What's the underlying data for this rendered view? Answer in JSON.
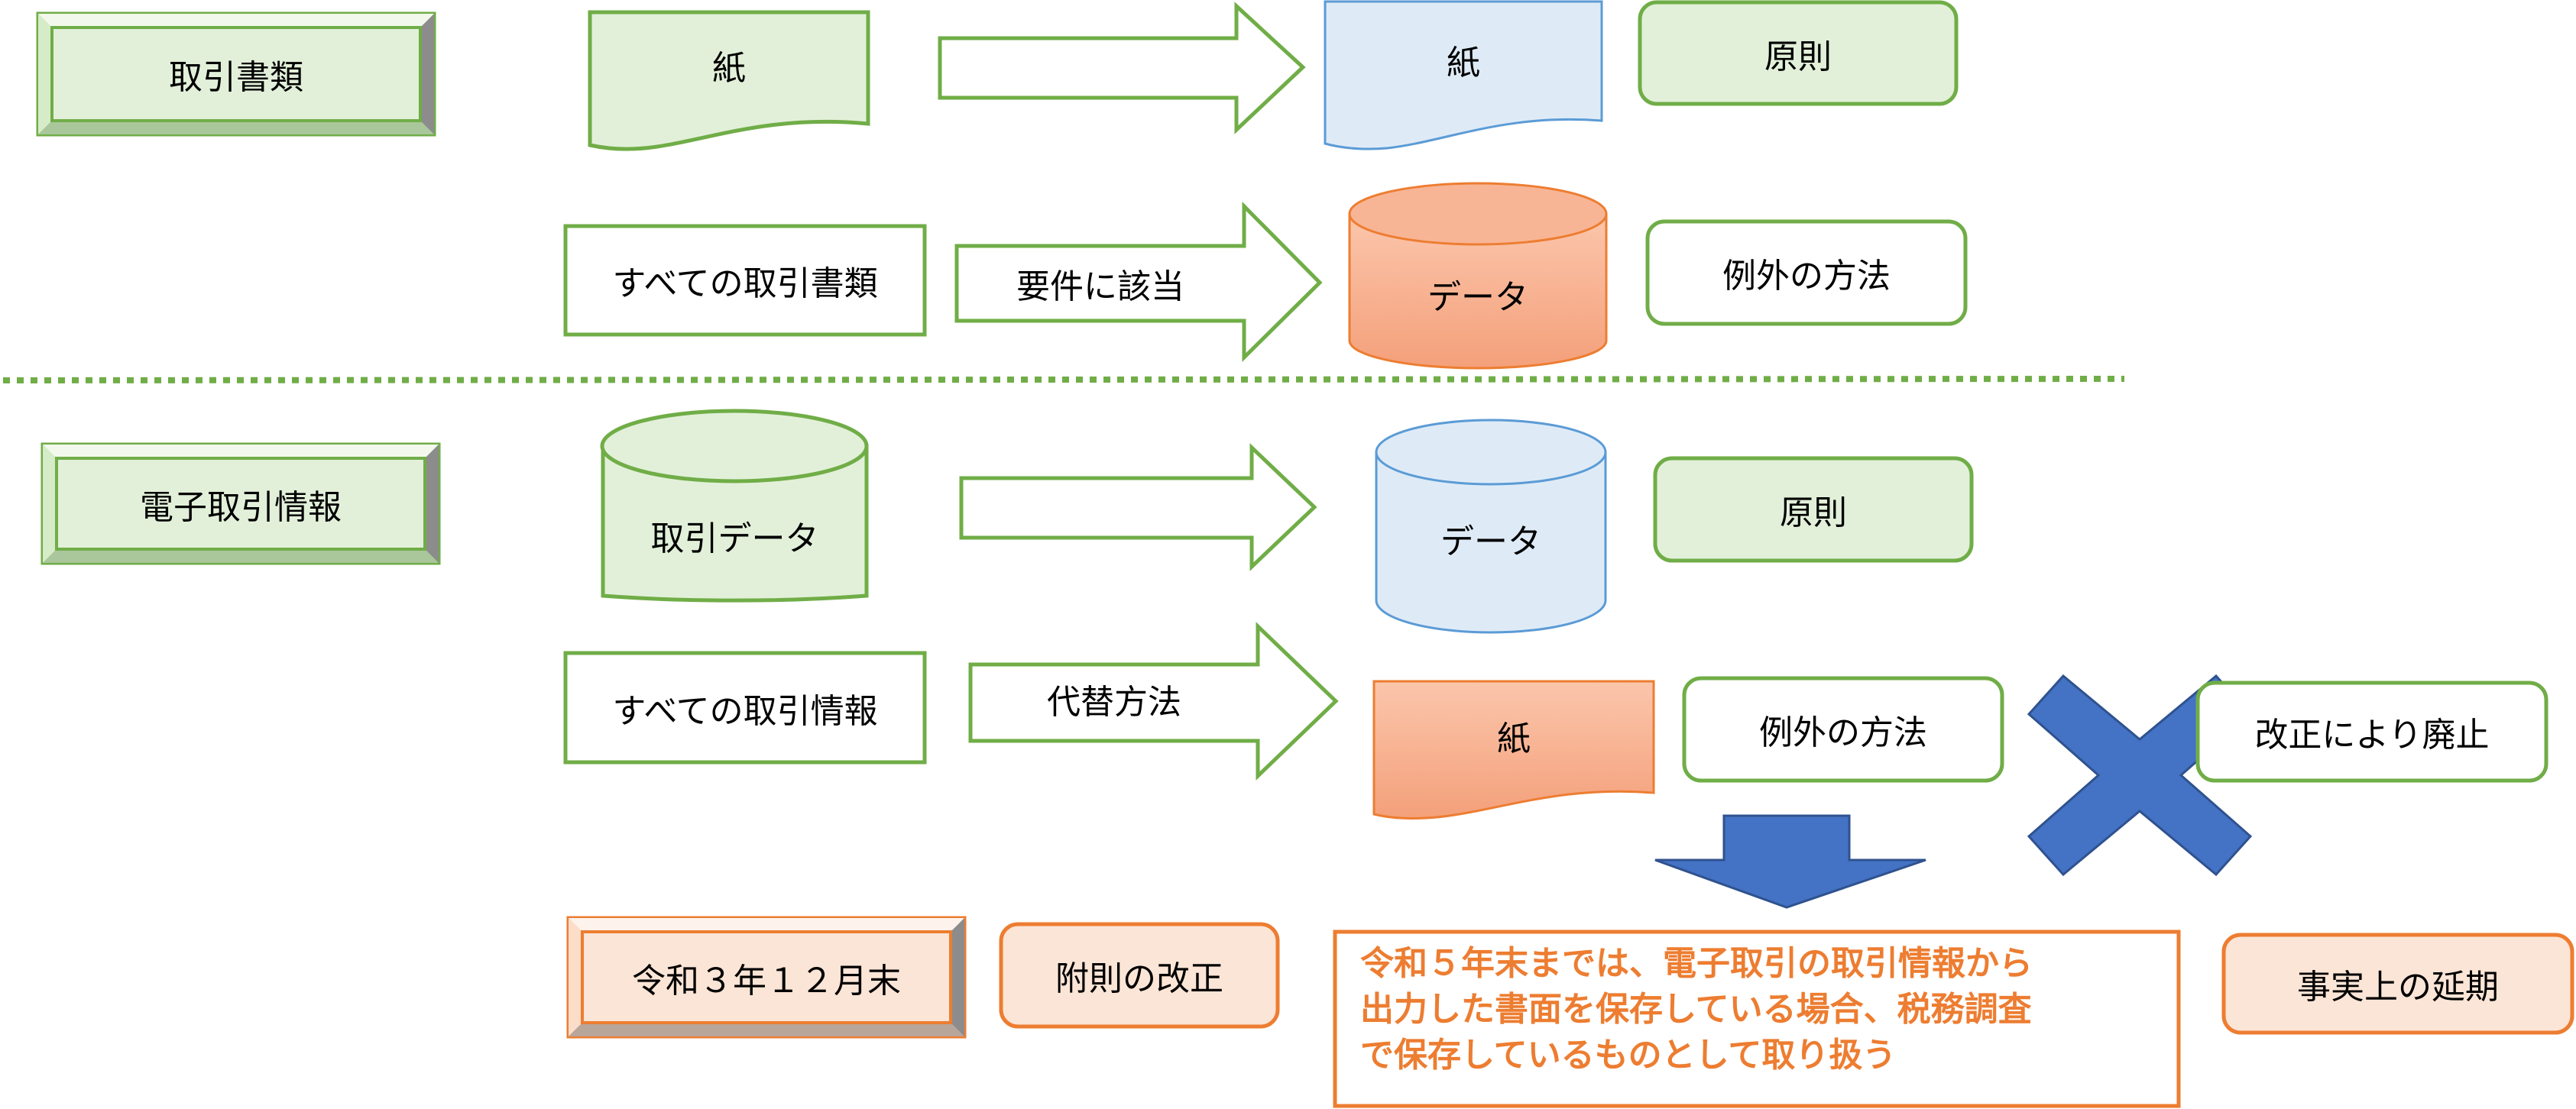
{
  "colors": {
    "green_border": "#70AD47",
    "green_fill": "#E2F0D9",
    "blue_border": "#5B9BD5",
    "blue_fill": "#DEEBF7",
    "orange_border": "#ED7D31",
    "orange_fill": "#FBE5D6",
    "orange_gradient_top": "#FBC6AC",
    "orange_gradient_bottom": "#F4A07A",
    "blue_solid": "#4472C4",
    "note_text": "#ED7D31"
  },
  "top": {
    "category": "取引書類",
    "paper_source": "紙",
    "paper_dest": "紙",
    "principle": "原則",
    "all_docs": "すべての取引書類",
    "arrow_label": "要件に該当",
    "data_dest": "データ",
    "exception": "例外の方法"
  },
  "bottom": {
    "category": "電子取引情報",
    "data_source": "取引データ",
    "data_dest": "データ",
    "principle": "原則",
    "all_info": "すべての取引情報",
    "arrow_label": "代替方法",
    "paper_dest": "紙",
    "exception": "例外の方法",
    "abolished": "改正により廃止",
    "cross_icon": "cross-icon",
    "down_arrow_icon": "down-arrow-icon"
  },
  "footer": {
    "date": "令和３年１２月末",
    "supplementary": "附則の改正",
    "note_lines": [
      "令和５年末までは、電子取引の取引情報から",
      "出力した書面を保存している場合、税務調査",
      "で保存しているものとして取り扱う"
    ],
    "deferral": "事実上の延期"
  }
}
